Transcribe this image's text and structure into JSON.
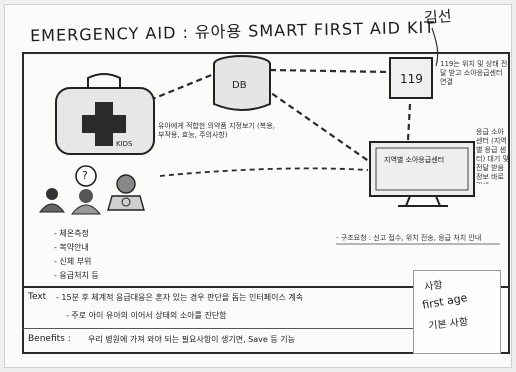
{
  "title": "EMERGENCY AID : 유아용 SMART FIRST AID KIT",
  "author_signature": "김선",
  "nodes": {
    "kit_label": "KIDS",
    "db_label": "DB",
    "emergency_label": "119",
    "center_label": "지역별 소아응급센터",
    "phone_question": "?"
  },
  "notes": {
    "kit_note": "유아에게 적합한 의약품 지정보기 (복용, 부작용, 효능, 주의사항)",
    "emergency_note": "119는 위치 및 상태 전달 받고 소아응급센터 연결",
    "center_note": "응급 소아센터 (지역별 응급 센터) 대기 및 전달 받음 정보 바로 검색",
    "list_items": [
      "- 체온측정",
      "- 복약안내",
      "- 신체 부위",
      "- 응급처치 등"
    ],
    "flow_note": "- 구조요청 : 신고 접수, 위치 전송, 응급 처치 안내"
  },
  "text_section": {
    "label": "Text",
    "line1": "- 15분 후 체계적 응급대응은 혼자 있는 경우 판단을 돕는 인터페이스 계속",
    "line2": "- 주로 아이 유아의 이어서 상태의 소아를 진단함"
  },
  "benefits": {
    "label": "Benefits :",
    "line": "우리 병원에 가져 와야 되는 필요사항이 생기면, Save 등 기능"
  },
  "sticky_note": {
    "line1": "사항",
    "line2": "first age",
    "line3": "기본 사항"
  }
}
